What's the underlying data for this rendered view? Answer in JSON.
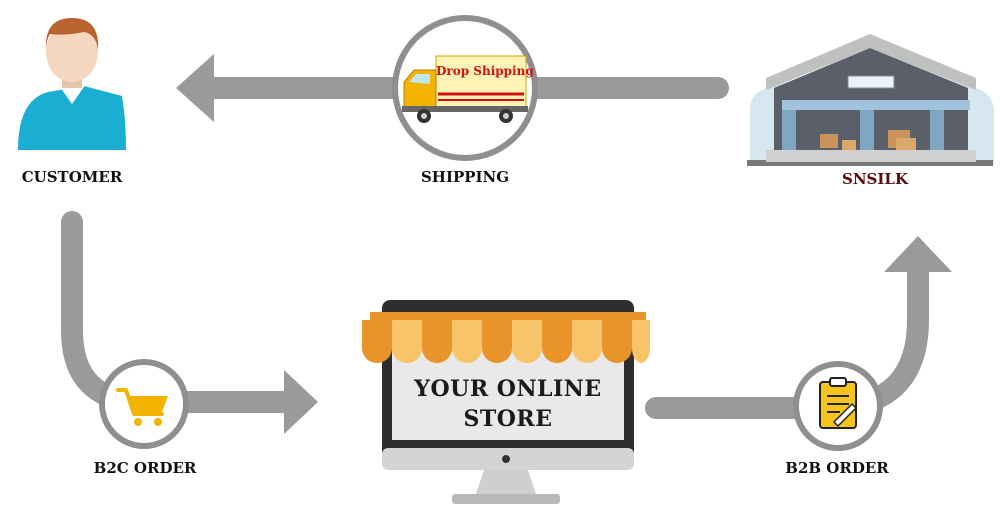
{
  "labels": {
    "customer": "CUSTOMER",
    "shipping": "SHIPPING",
    "supplier": "SNSILK",
    "b2c_order": "B2C ORDER",
    "b2b_order": "B2B ORDER",
    "truck_sign": "Drop Shipping",
    "store_line1": "YOUR ONLINE",
    "store_line2": "STORE"
  },
  "colors": {
    "arrow": "#9a9a9a",
    "ring": "#8f8f8f",
    "supplier_label": "#5a0a0a",
    "truck_sign_text": "#cc1111",
    "awning_dark": "#e8942a",
    "awning_light": "#f8c46a",
    "shirt": "#1aaed2",
    "cart": "#f2b400"
  },
  "icons": {
    "customer": "customer-person-icon",
    "shipping": "delivery-truck-icon",
    "supplier": "warehouse-icon",
    "b2c": "shopping-cart-icon",
    "b2b": "clipboard-order-icon",
    "store": "online-store-monitor-icon"
  }
}
